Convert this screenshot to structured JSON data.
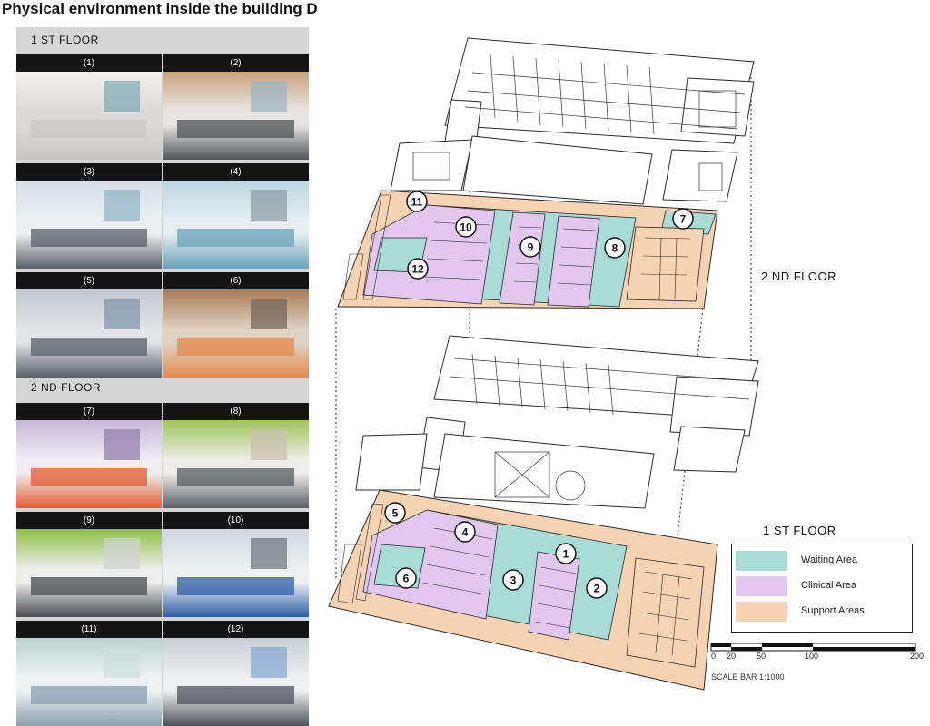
{
  "title": "Physical environment inside the building D",
  "left_panel": {
    "floor1_header": "1 ST FLOOR",
    "floor2_header": "2 ND FLOOR",
    "photos": [
      {
        "label": "(1)",
        "scene": "counter-corridor",
        "colors": [
          "#f3f1ee",
          "#dcdad6",
          "#c9c7c4",
          "#7aa8b5"
        ]
      },
      {
        "label": "(2)",
        "scene": "waiting-chairs",
        "colors": [
          "#c9a27c",
          "#e8e6e3",
          "#505358",
          "#9bb3c0"
        ]
      },
      {
        "label": "(3)",
        "scene": "waiting-hall",
        "colors": [
          "#d4dfe6",
          "#eceff1",
          "#5a5f66",
          "#8fb3c4"
        ]
      },
      {
        "label": "(4)",
        "scene": "reception-desk",
        "colors": [
          "#bcd6e0",
          "#e6eef0",
          "#6aa3b8",
          "#8c9aa2"
        ]
      },
      {
        "label": "(5)",
        "scene": "service-counters",
        "colors": [
          "#c2c8cf",
          "#e2e4e6",
          "#5a606a",
          "#7d93a8"
        ]
      },
      {
        "label": "(6)",
        "scene": "wood-corridor",
        "colors": [
          "#a67c56",
          "#ded3c4",
          "#e48a4d",
          "#706255"
        ]
      },
      {
        "label": "(7)",
        "scene": "cafe-tables",
        "colors": [
          "#c5b8d8",
          "#f0eef2",
          "#e25c2c",
          "#8d7aa8"
        ]
      },
      {
        "label": "(8)",
        "scene": "green-door-waiting",
        "colors": [
          "#9fc45a",
          "#efedea",
          "#5a5d62",
          "#c9c0b0"
        ]
      },
      {
        "label": "(9)",
        "scene": "green-panel-seats",
        "colors": [
          "#8fbf45",
          "#ededeb",
          "#4a4d52",
          "#d0d3d6"
        ]
      },
      {
        "label": "(10)",
        "scene": "blue-sign-area",
        "colors": [
          "#cfd8de",
          "#eef0f2",
          "#2d5da6",
          "#6d7379"
        ]
      },
      {
        "label": "(11)",
        "scene": "glass-entrance",
        "colors": [
          "#b9d3cf",
          "#eef3f2",
          "#8a9fb0",
          "#cfe0dc"
        ]
      },
      {
        "label": "(12)",
        "scene": "lobby-seats",
        "colors": [
          "#c9cfd4",
          "#eef0f1",
          "#4d5258",
          "#7fa8d0"
        ]
      }
    ]
  },
  "plan": {
    "floor2_label": "2 ND FLOOR",
    "floor1_label": "1 ST FLOOR",
    "colors": {
      "waiting": "#a9dcd6",
      "clinical": "#e2c8ef",
      "support": "#f6d3b2",
      "line": "#2a2a2a"
    },
    "floor2_markers": [
      "11",
      "10",
      "9",
      "8",
      "7",
      "12"
    ],
    "floor1_markers": [
      "5",
      "4",
      "1",
      "3",
      "2",
      "6"
    ]
  },
  "legend": {
    "items": [
      {
        "label": "Waiting Area",
        "color": "#a9dcd6"
      },
      {
        "label": "Clinical Area",
        "color": "#e2c8ef"
      },
      {
        "label": "Support Areas",
        "color": "#f6d3b2"
      }
    ]
  },
  "scale_bar": {
    "ticks": [
      "0",
      "20",
      "50",
      "100",
      "200"
    ],
    "caption": "SCALE BAR 1:1000"
  }
}
